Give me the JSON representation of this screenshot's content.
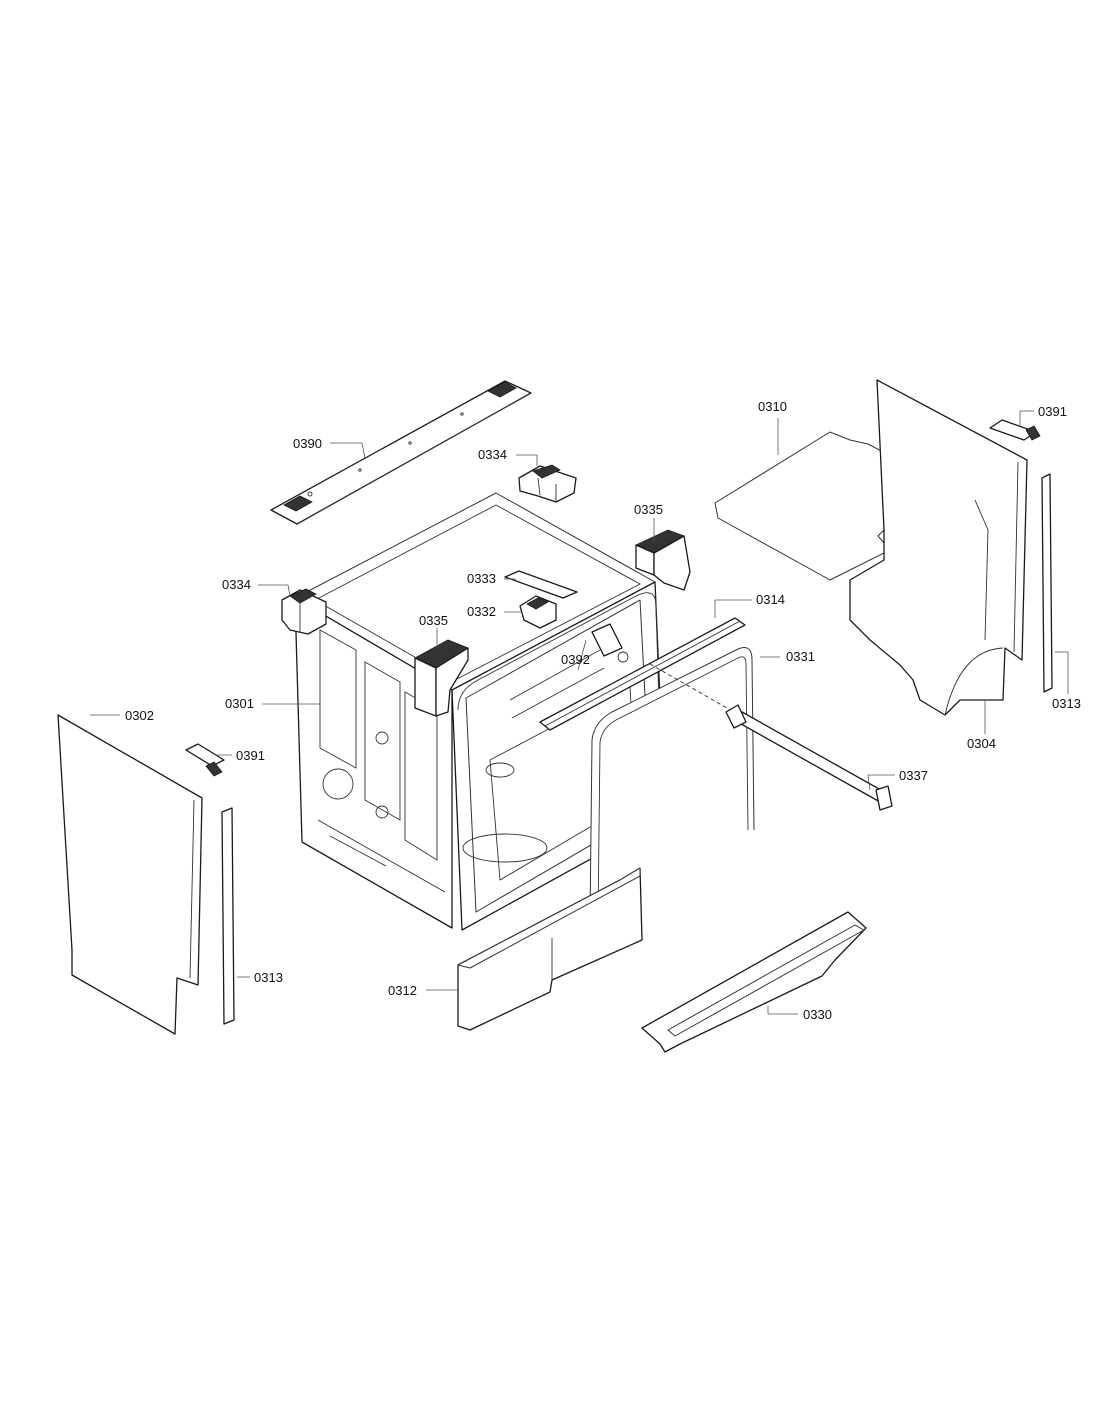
{
  "diagram": {
    "callouts": {
      "p0390": "0390",
      "p0334a": "0334",
      "p0334b": "0334",
      "p0335a": "0335",
      "p0335b": "0335",
      "p0333": "0333",
      "p0332": "0332",
      "p0392": "0392",
      "p0314": "0314",
      "p0331": "0331",
      "p0301": "0301",
      "p0302": "0302",
      "p0391a": "0391",
      "p0391b": "0391",
      "p0313a": "0313",
      "p0313b": "0313",
      "p0310": "0310",
      "p0304": "0304",
      "p0337": "0337",
      "p0312": "0312",
      "p0330": "0330"
    }
  }
}
